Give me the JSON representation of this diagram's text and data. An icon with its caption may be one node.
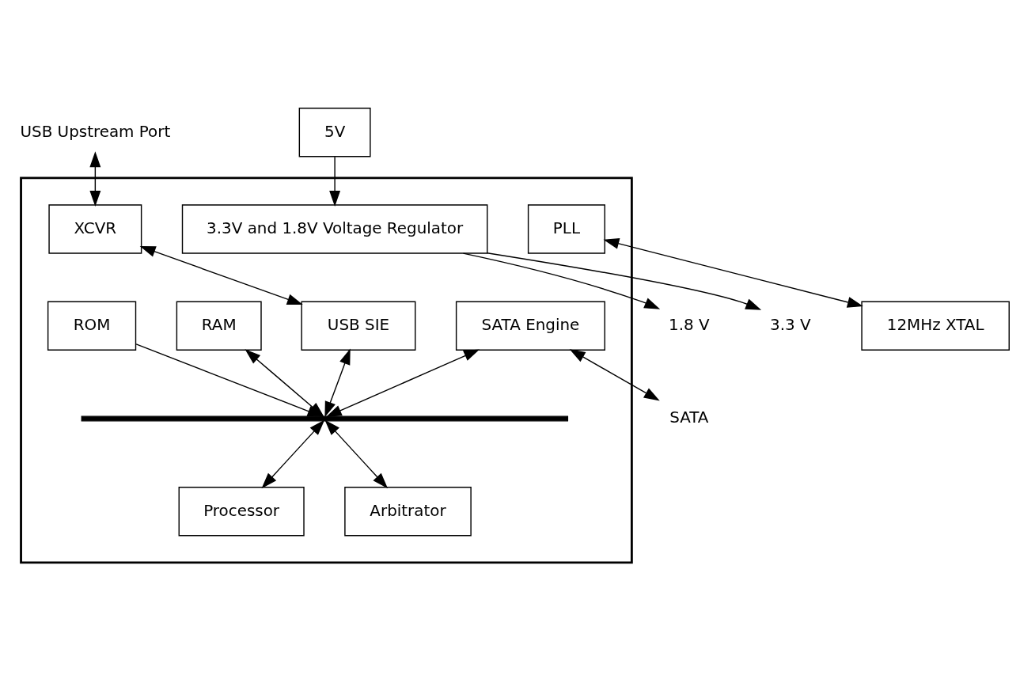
{
  "diagram": {
    "nodes": [
      {
        "text": [],
        "shape": "box"
      },
      {
        "text": [
          "USB Upstream Port"
        ]
      },
      {
        "text": [
          "XCVR"
        ],
        "in": 0
      },
      {
        "text": [
          "USB SIE"
        ],
        "in": 0
      },
      {
        "text": [
          "RAM"
        ],
        "in": 0
      },
      {
        "text": [
          "SATA Engine"
        ],
        "in": 0
      },
      {
        "text": [
          "SATA"
        ]
      },
      {
        "text": [],
        "shape": "bar",
        "in": 0
      },
      {
        "text": [
          "Processor"
        ],
        "in": 0
      },
      {
        "text": [
          "ROM"
        ],
        "in": 0
      },
      {
        "text": [
          "Arbitrator"
        ],
        "in": 0
      },
      {
        "text": [
          "3.3V and 1.8V Voltage Regulator"
        ],
        "in": 0
      },
      {
        "text": [
          "1.8 V"
        ]
      },
      {
        "text": [
          "3.3 V"
        ]
      },
      {
        "text": [
          "PLL"
        ],
        "in": 0
      },
      {
        "text": [
          "5V"
        ]
      },
      {
        "text": [
          "12MHz XTAL"
        ]
      }
    ],
    "edges": [
      {
        "from": 1,
        "to": 2,
        "arrow": "both"
      },
      {
        "from": 2,
        "to": 3,
        "arrow": "both"
      },
      {
        "from": 3,
        "to": 7,
        "arrow": "both"
      },
      {
        "from": 4,
        "to": 7,
        "arrow": "both"
      },
      {
        "from": 5,
        "to": 7,
        "arrow": "both"
      },
      {
        "from": 5,
        "to": 6,
        "arrow": "both"
      },
      {
        "from": 7,
        "to": 8,
        "arrow": "both"
      },
      {
        "from": 9,
        "to": 7,
        "arrow": "to"
      },
      {
        "from": 7,
        "to": 10,
        "arrow": "both"
      },
      {
        "from": 11,
        "to": 12,
        "arrow": "to"
      },
      {
        "from": 11,
        "to": 13,
        "arrow": "to"
      },
      {
        "from": 15,
        "to": 11,
        "arrow": "to"
      },
      {
        "from": 14,
        "to": 16,
        "arrow": "both"
      }
    ]
  }
}
